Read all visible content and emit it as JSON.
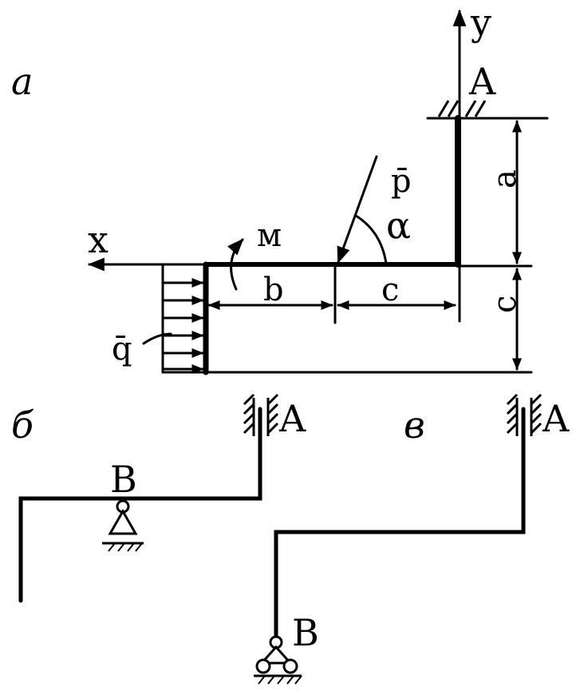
{
  "labels": {
    "panel_a": "а",
    "panel_b": "б",
    "panel_v": "в",
    "axis_y": "y",
    "axis_x": "x",
    "point_a": "A",
    "point_b": "B",
    "force_p": "p̄",
    "angle": "α",
    "moment": "м",
    "load_q": "q̄",
    "dim_a": "a",
    "dim_b": "b",
    "dim_c": "c"
  },
  "colors": {
    "ink": "#000000",
    "paper": "#ffffff"
  }
}
